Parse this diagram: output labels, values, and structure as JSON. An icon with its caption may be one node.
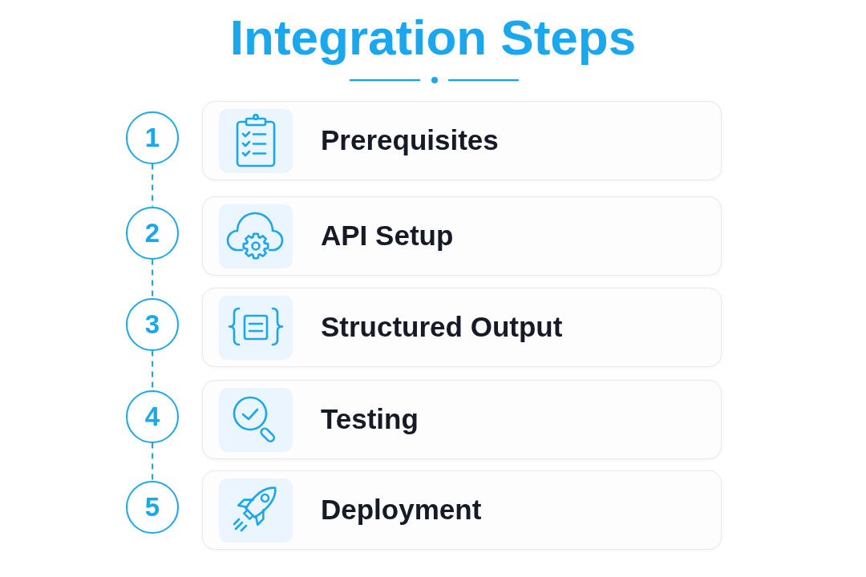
{
  "diagram": {
    "title": "Integration Steps",
    "nodes": [
      {
        "text": [
          "1"
        ]
      },
      {
        "text": [
          "Prerequisites"
        ]
      },
      {
        "text": [
          "2"
        ]
      },
      {
        "text": [
          "API Setup"
        ]
      },
      {
        "text": [
          "3"
        ]
      },
      {
        "text": [
          "Structured Output"
        ]
      },
      {
        "text": [
          "4"
        ]
      },
      {
        "text": [
          "Testing"
        ]
      },
      {
        "text": [
          "5"
        ]
      },
      {
        "text": [
          "Deployment"
        ]
      }
    ],
    "edges": [
      {
        "from": 0,
        "to": 2,
        "arrow": "none",
        "style": "dashed"
      },
      {
        "from": 2,
        "to": 4,
        "arrow": "none",
        "style": "dashed"
      },
      {
        "from": 4,
        "to": 6,
        "arrow": "none",
        "style": "dashed"
      },
      {
        "from": 6,
        "to": 8,
        "arrow": "none",
        "style": "dashed"
      }
    ]
  }
}
